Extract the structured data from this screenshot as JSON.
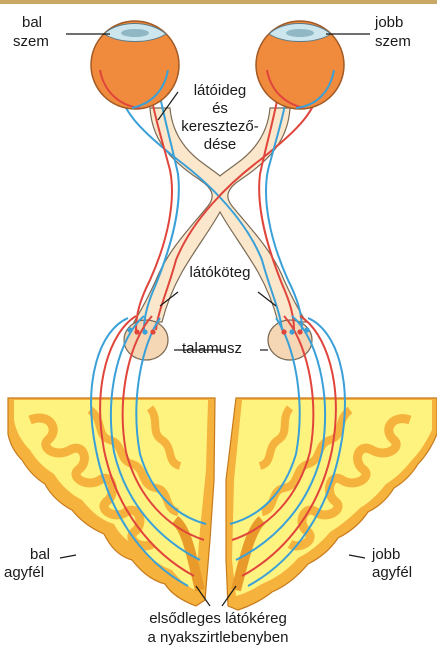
{
  "labels": {
    "left_eye_line1": "bal",
    "left_eye_line2": "szem",
    "right_eye_line1": "jobb",
    "right_eye_line2": "szem",
    "chiasm_line1": "látóideg",
    "chiasm_line2": "és",
    "chiasm_line3": "keresztező-",
    "chiasm_line4": "dése",
    "optic_tract": "látóköteg",
    "thalamus": "talamusz",
    "left_hemisphere_line1": "bal",
    "left_hemisphere_line2": "agyfél",
    "right_hemisphere_line1": "jobb",
    "right_hemisphere_line2": "agyfél",
    "cortex_line1": "elsődleges látókéreg",
    "cortex_line2": "a nyakszirtlebenyben"
  },
  "colors": {
    "top_border": "#c9a866",
    "eyeball": "#f08a3c",
    "eyeball_outline": "#a35a25",
    "cornea": "#cde6ee",
    "nerve": "#fbe8cc",
    "nerve_outline": "#7a6a55",
    "thalamus": "#f5d6b5",
    "brain_white": "#fff380",
    "brain_cortex": "#f5b23c",
    "fiber_red": "#e0453c",
    "fiber_blue": "#3aa0d8"
  }
}
